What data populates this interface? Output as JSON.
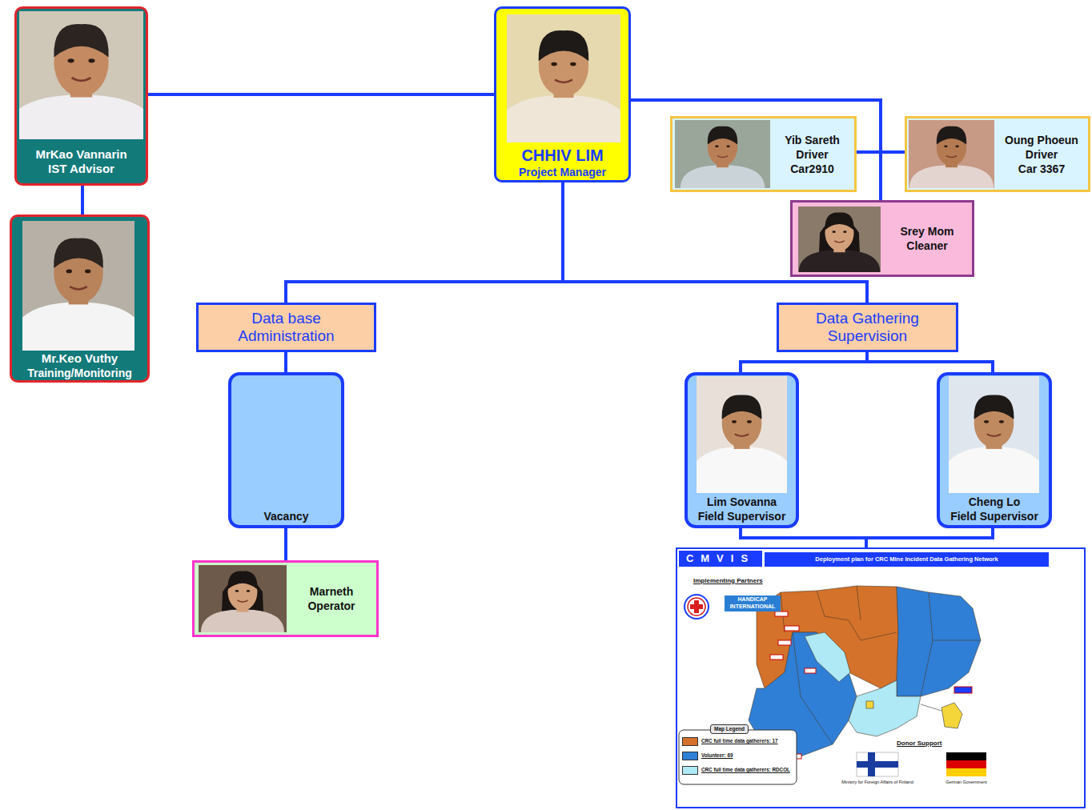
{
  "diagram": {
    "nodes": [
      {
        "text": [
          "MrKao Vannarin",
          "IST Advisor"
        ]
      },
      {
        "text": [
          "CHHIV LIM",
          "Project Manager"
        ]
      },
      {
        "text": [
          "Yib Sareth",
          "Driver",
          "Car2910"
        ]
      },
      {
        "text": [
          "Oung Phoeun",
          "Driver",
          "Car 3367"
        ]
      },
      {
        "text": [
          "Mr.Keo Vuthy",
          "Training/Monitoring"
        ]
      },
      {
        "text": [
          "Srey Mom",
          "Cleaner"
        ]
      },
      {
        "text": [
          "Data base Administration"
        ]
      },
      {
        "text": [
          "Data Gathering Supervision"
        ]
      },
      {
        "text": [
          "Vacancy"
        ]
      },
      {
        "text": [
          "Lim Sovanna",
          "Field Supervisor"
        ]
      },
      {
        "text": [
          "Cheng Lo",
          "Field Supervisor"
        ]
      },
      {
        "text": [
          "Marneth",
          "Operator"
        ]
      },
      {
        "text": [
          "CMVIS",
          "Deployment plan for CRC Mine Incident Data Gathering Network"
        ]
      }
    ],
    "edges": [
      {
        "from": 0,
        "to": 1,
        "arrow": "none"
      },
      {
        "from": 0,
        "to": 4,
        "arrow": "none"
      },
      {
        "from": 1,
        "to": 2,
        "arrow": "none"
      },
      {
        "from": 1,
        "to": 3,
        "arrow": "none"
      },
      {
        "from": 1,
        "to": 5,
        "arrow": "none"
      },
      {
        "from": 1,
        "to": 6,
        "arrow": "none"
      },
      {
        "from": 1,
        "to": 7,
        "arrow": "none"
      },
      {
        "from": 6,
        "to": 8,
        "arrow": "none"
      },
      {
        "from": 7,
        "to": 9,
        "arrow": "none"
      },
      {
        "from": 7,
        "to": 10,
        "arrow": "none"
      },
      {
        "from": 8,
        "to": 11,
        "arrow": "none"
      },
      {
        "from": 9,
        "to": 12,
        "arrow": "none"
      },
      {
        "from": 10,
        "to": 12,
        "arrow": "none"
      }
    ],
    "labels": [
      "Implementing Partners",
      "HANDICAP INTERNATIONAL",
      "Map Legend",
      "Donor Support",
      "Ministry for Foreign Affairs of Finland",
      "German Government"
    ],
    "legend": [
      {
        "text": "CRC full time data gatherers: 17",
        "color": "#d4712a"
      },
      {
        "text": "Volunteer: 69",
        "color": "#2f7fd6"
      },
      {
        "text": "CRC full time data gatherers: RDCOL",
        "color": "#aee9f5"
      }
    ]
  }
}
